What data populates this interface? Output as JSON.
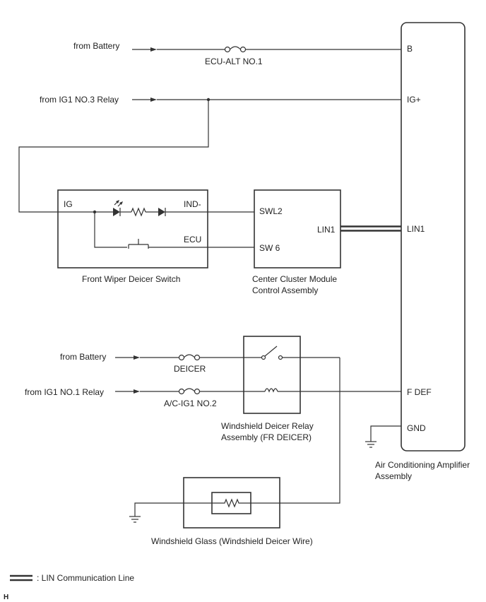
{
  "inputs": {
    "battery_top": "from Battery",
    "ig1_no3": "from IG1 NO.3 Relay",
    "battery_bottom": "from Battery",
    "ig1_no1": "from IG1 NO.1 Relay"
  },
  "fuses": {
    "ecu_alt": "ECU-ALT NO.1",
    "deicer": "DEICER",
    "ac_ig1": "A/C-IG1 NO.2"
  },
  "switch": {
    "name": "Front Wiper Deicer Switch",
    "pin_ig": "IG",
    "pin_ind": "IND-",
    "pin_ecu": "ECU"
  },
  "center_cluster": {
    "name_line1": "Center Cluster Module",
    "name_line2": "Control Assembly",
    "pin_swl2": "SWL2",
    "pin_sw6": "SW 6",
    "pin_lin1": "LIN1"
  },
  "amplifier": {
    "name_line1": "Air Conditioning Amplifier",
    "name_line2": "Assembly",
    "pin_b": "B",
    "pin_ig": "IG+",
    "pin_lin1": "LIN1",
    "pin_fdef": "F DEF",
    "pin_gnd": "GND"
  },
  "relay": {
    "name_line1": "Windshield Deicer Relay",
    "name_line2": "Assembly (FR DEICER)"
  },
  "glass": {
    "name": "Windshield Glass (Windshield Deicer Wire)"
  },
  "legend": {
    "label": ": LIN Communication Line"
  },
  "corner_mark": "H"
}
